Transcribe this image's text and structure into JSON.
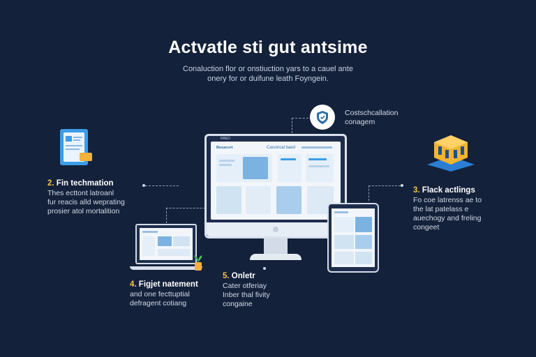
{
  "header": {
    "title": "Actvatle sti gut antsime",
    "subtitle_lines": [
      "Conaluction flor or onstiuction yars to a cauel ante",
      "onery for or duifune leath Foyngein."
    ]
  },
  "top_callout": {
    "lines": [
      "Costschcallation",
      "conagem"
    ]
  },
  "features": [
    {
      "num": "2.",
      "title": "Fin techmation",
      "lines": [
        "Thes ecttont latroanl",
        "fur reacis alld weprating",
        "prosier atol mortalition"
      ]
    },
    {
      "num": "3.",
      "title": "Flack actlings",
      "lines": [
        "Fo coe latrenss ae to",
        "the lat patelass e",
        "auechogy and freling",
        "congeet"
      ]
    },
    {
      "num": "4.",
      "title": "Figjet natement",
      "lines": [
        "and one fecttuptial",
        "defragent cotiang"
      ]
    },
    {
      "num": "5.",
      "title": "Onletr",
      "lines": [
        "Cater otferiay",
        "Inber thal fivity",
        "congaine"
      ]
    }
  ],
  "monitor": {
    "brand": "RBED",
    "nav_logo": "Besacort",
    "nav_title": "Cascirical baed"
  },
  "colors": {
    "background": "#14213a",
    "accent": "#f5c542",
    "screen_tile": "#cfe3f3"
  }
}
